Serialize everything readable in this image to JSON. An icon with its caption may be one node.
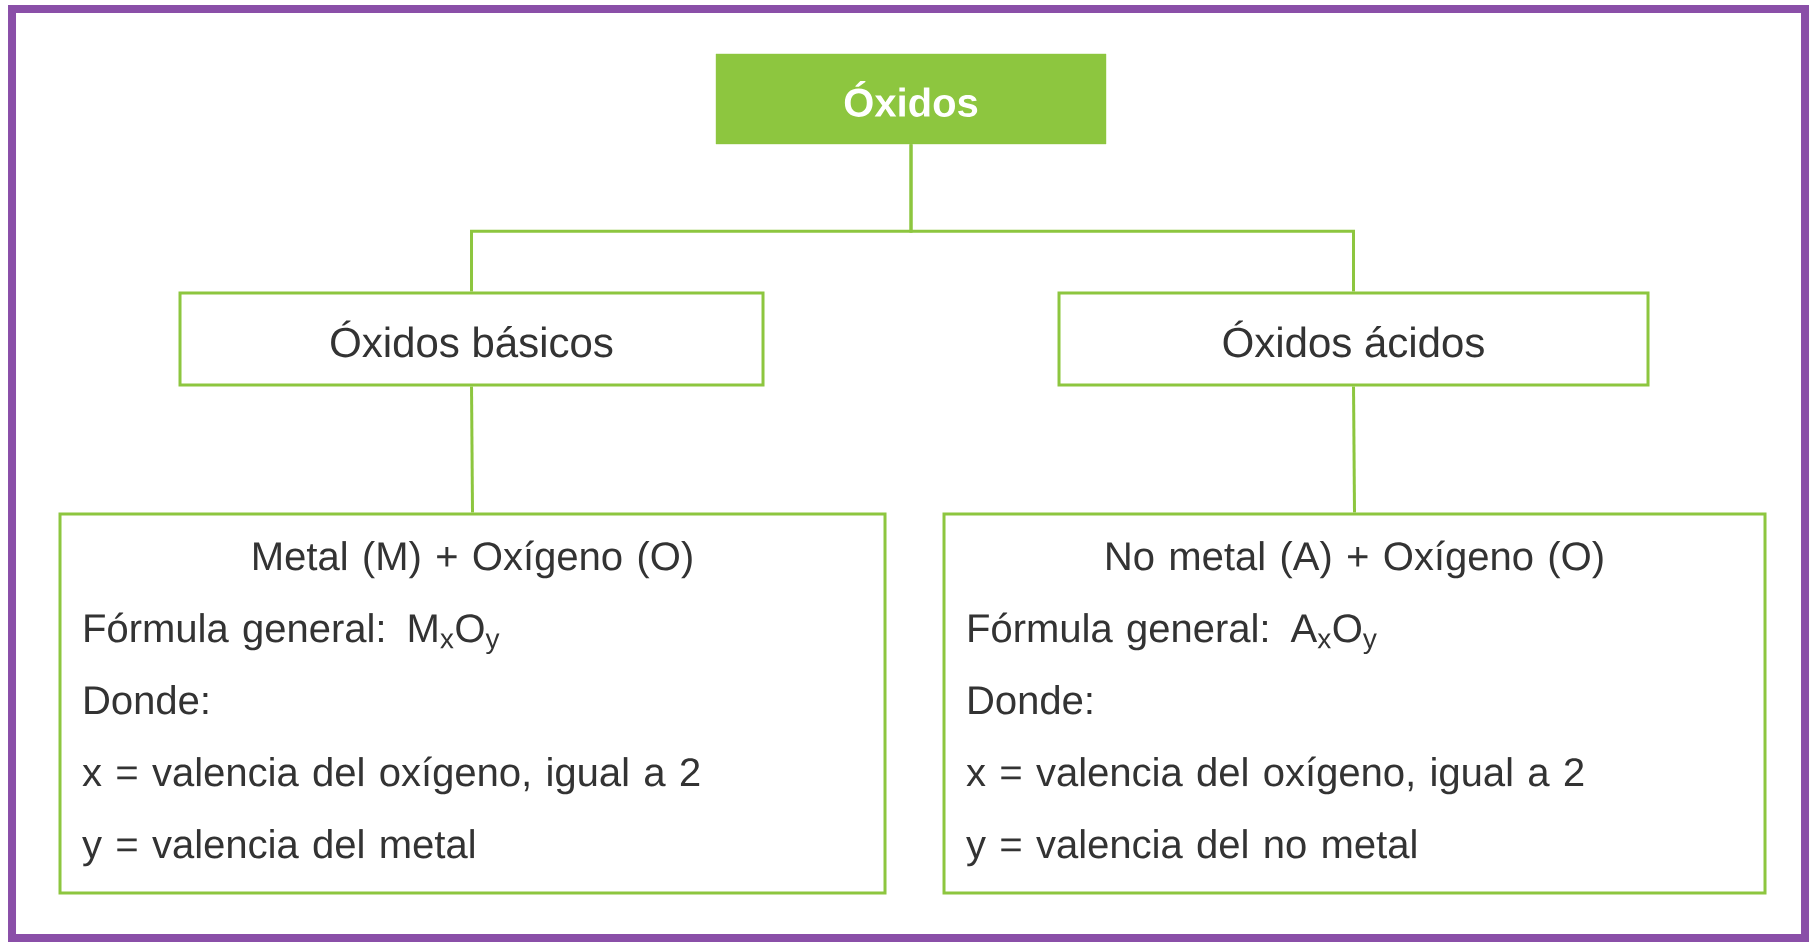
{
  "diagram": {
    "nodes": [
      {
        "text": [
          "Óxidos"
        ]
      },
      {
        "text": [
          "Óxidos básicos"
        ]
      },
      {
        "text": [
          "Óxidos ácidos"
        ]
      },
      {
        "text": [
          "Metal (M) + Oxígeno (O)",
          "Fórmula general: M$_{x}$O$_{y}$",
          "Donde:",
          "x = valencia del oxígeno, igual a 2",
          "y = valencia del metal"
        ]
      },
      {
        "text": [
          "No metal (A) + Oxígeno (O)",
          "Fórmula general: A$_{x}$O$_{y}$",
          "Donde:",
          "x = valencia del oxígeno, igual a 2",
          "y = valencia del no metal"
        ]
      }
    ],
    "edges": [
      {
        "from": 0,
        "to": 1,
        "arrow": "none"
      },
      {
        "from": 0,
        "to": 2,
        "arrow": "none"
      },
      {
        "from": 1,
        "to": 3,
        "arrow": "none"
      },
      {
        "from": 2,
        "to": 4,
        "arrow": "none"
      }
    ]
  }
}
